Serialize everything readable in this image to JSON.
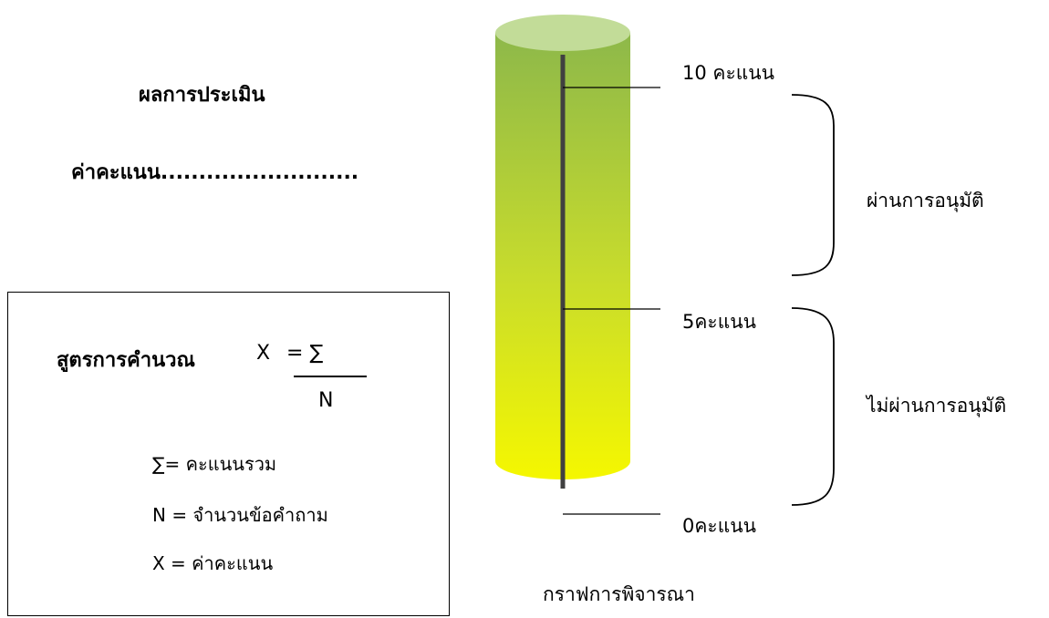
{
  "evaluation": {
    "heading": "ผลการประเมิน",
    "score_line": "ค่าคะแนน.........................."
  },
  "formula": {
    "title": "สูตรการคำนวณ",
    "x_symbol": "X",
    "equals_sum": "= ∑",
    "denominator": "N",
    "definitions": [
      "∑= คะแนนรวม",
      "N = จำนวนข้อคำถาม",
      "X = ค่าคะแนน"
    ]
  },
  "gauge": {
    "caption": "กราฟการพิจารณา",
    "max_score": 10,
    "threshold_score": 5,
    "min_score": 0,
    "labels": {
      "top": "10 คะแนน",
      "middle": "5คะแนน",
      "bottom": "0คะแนน"
    },
    "ranges": {
      "pass": "ผ่านการอนุมัติ",
      "fail": "ไม่ผ่านการอนุมัติ"
    },
    "colors": {
      "top": "#8db84a",
      "middle": "#c8dc2c",
      "bottom": "#f5f700",
      "cap": "#c2dc98",
      "axis": "#404040",
      "line": "#000000"
    }
  }
}
